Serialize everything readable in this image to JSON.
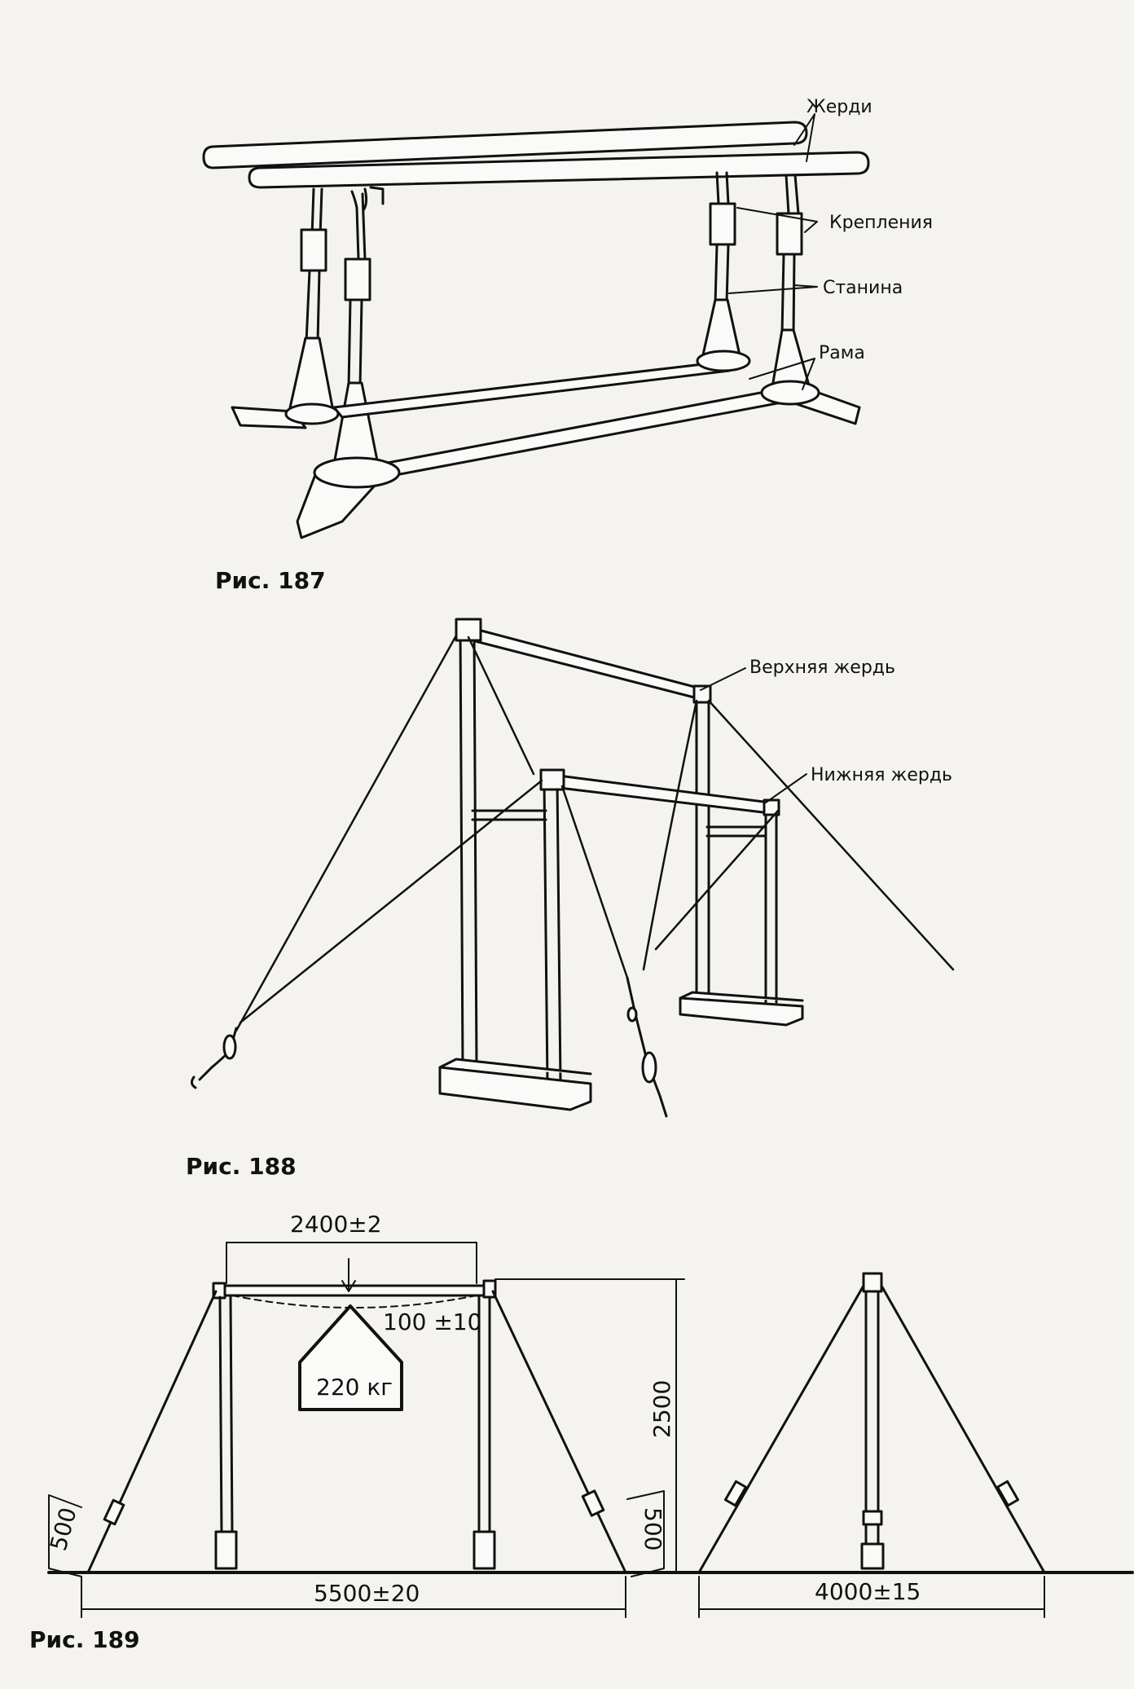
{
  "fig187": {
    "caption": "Рис. 187",
    "labels": {
      "bars": "Жерди",
      "mounts": "Крепления",
      "frame_stand": "Станина",
      "base": "Рама"
    }
  },
  "fig188": {
    "caption": "Рис. 188",
    "labels": {
      "upper_bar": "Верхняя жердь",
      "lower_bar": "Нижняя жердь"
    }
  },
  "fig189": {
    "caption": "Рис. 189",
    "dims": {
      "top_width": "2400±2",
      "sag": "100 ±10",
      "load": "220 кг",
      "height": "2500",
      "left_anchor": "500",
      "right_anchor": "500",
      "span": "5500±20",
      "side_span": "4000±15"
    }
  }
}
